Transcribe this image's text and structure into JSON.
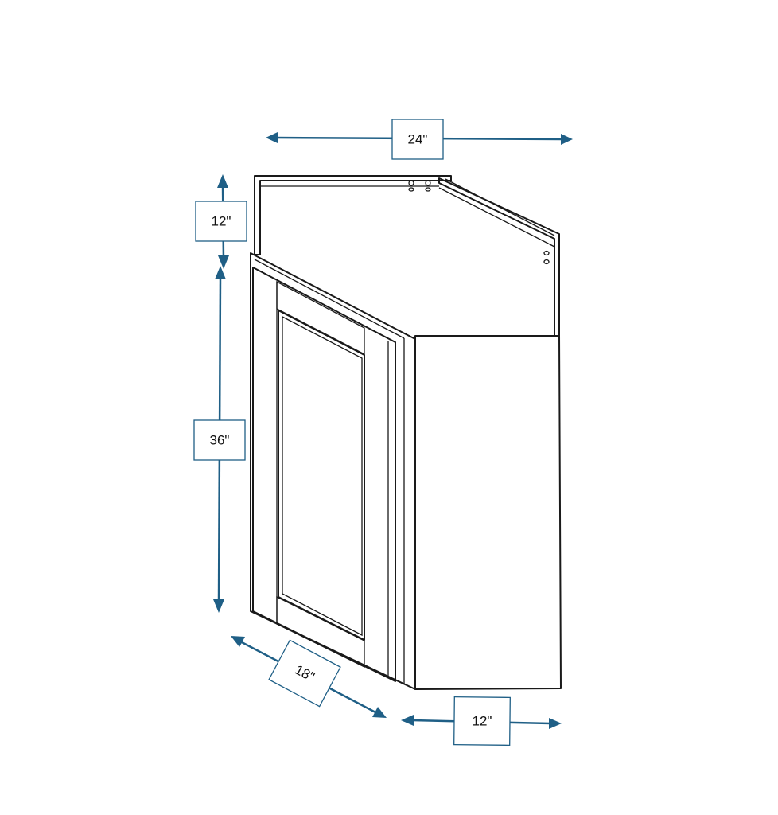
{
  "dimensions": {
    "width": "24\"",
    "top_height": "12\"",
    "height": "36\"",
    "door_width": "18\"",
    "side_depth": "12\""
  },
  "colors": {
    "dimension": "#1f5f86",
    "outline": "#1a1a1a"
  }
}
